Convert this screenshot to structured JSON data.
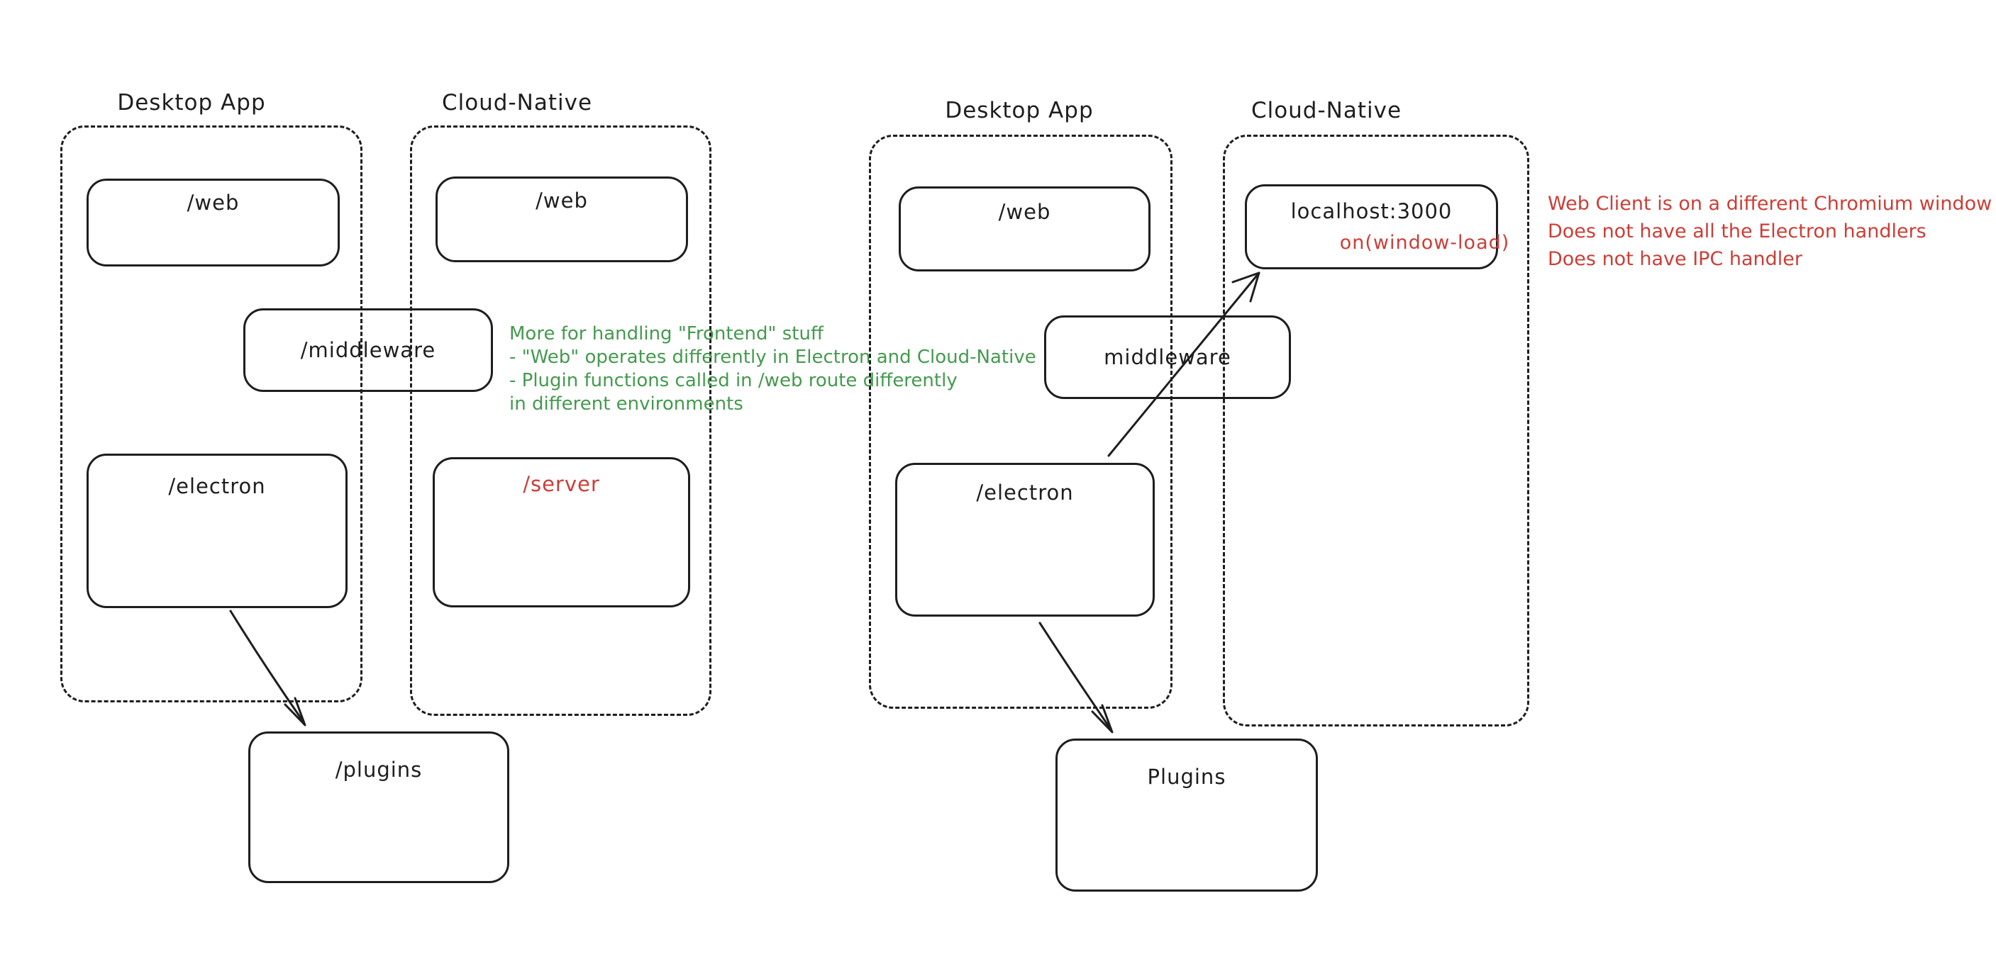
{
  "diagram_title": "",
  "colors": {
    "stroke": "#1e1e1e",
    "background": "#ffffff",
    "green_annotation": "#449a4e",
    "red_annotation": "#cb3e37"
  },
  "groups": [
    {
      "label": "Desktop App"
    },
    {
      "label": "Cloud-Native"
    },
    {
      "label": "Desktop App"
    },
    {
      "label": "Cloud-Native"
    }
  ],
  "nodes": [
    {
      "label": "/web"
    },
    {
      "label": "/web"
    },
    {
      "label": "/middleware"
    },
    {
      "label": "/electron"
    },
    {
      "label": "/server",
      "label_color": "red"
    },
    {
      "label": "/plugins"
    },
    {
      "label": "/web"
    },
    {
      "label": "localhost:3000",
      "sub_label": "on(window-load)",
      "sub_label_color": "red"
    },
    {
      "label": "middleware"
    },
    {
      "label": "/electron"
    },
    {
      "label": "Plugins"
    }
  ],
  "annotations": {
    "green": {
      "line1": "More for handling \"Frontend\" stuff",
      "line2": "- \"Web\" operates differently in Electron and Cloud-Native",
      "line3": "- Plugin functions called in /web route differently",
      "line4": "in different environments"
    },
    "red": {
      "line1": "Web Client is on a different Chromium window",
      "line2": "Does not have all the Electron handlers",
      "line3": "Does not have IPC handler"
    }
  },
  "arrows": [
    {
      "from": "/electron (left Desktop App)",
      "to": "/plugins"
    },
    {
      "from": "/electron (right Desktop App)",
      "to": "Plugins"
    },
    {
      "from": "/electron (right Desktop App)",
      "to": "localhost:3000"
    }
  ]
}
